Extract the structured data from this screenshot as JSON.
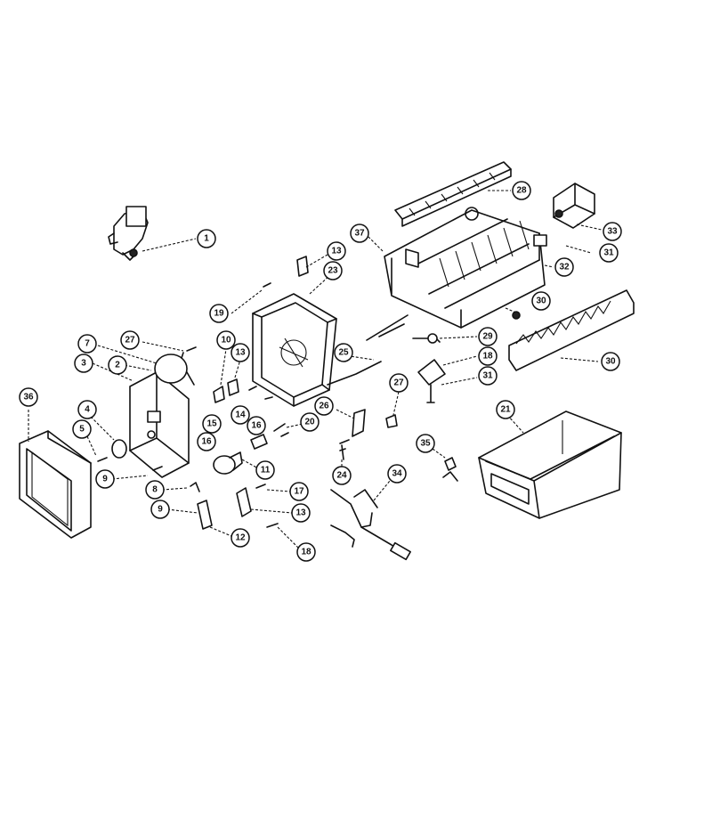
{
  "diagram": {
    "callouts": [
      {
        "id": "c-1",
        "label": "1"
      },
      {
        "id": "c-13a",
        "label": "13"
      },
      {
        "id": "c-23",
        "label": "23"
      },
      {
        "id": "c-19a",
        "label": "19"
      },
      {
        "id": "c-28",
        "label": "28"
      },
      {
        "id": "c-33",
        "label": "33"
      },
      {
        "id": "c-37",
        "label": "37"
      },
      {
        "id": "c-31a",
        "label": "31"
      },
      {
        "id": "c-32",
        "label": "32"
      },
      {
        "id": "c-30a",
        "label": "30"
      },
      {
        "id": "c-29",
        "label": "29"
      },
      {
        "id": "c-18a",
        "label": "18"
      },
      {
        "id": "c-31b",
        "label": "31"
      },
      {
        "id": "c-30b",
        "label": "30"
      },
      {
        "id": "c-7",
        "label": "7"
      },
      {
        "id": "c-27a",
        "label": "27"
      },
      {
        "id": "c-2",
        "label": "2"
      },
      {
        "id": "c-3",
        "label": "3"
      },
      {
        "id": "c-10",
        "label": "10"
      },
      {
        "id": "c-13b",
        "label": "13"
      },
      {
        "id": "c-25a",
        "label": "25"
      },
      {
        "id": "c-27b",
        "label": "27"
      },
      {
        "id": "c-36",
        "label": "36"
      },
      {
        "id": "c-4",
        "label": "4"
      },
      {
        "id": "c-5",
        "label": "5"
      },
      {
        "id": "c-14",
        "label": "14"
      },
      {
        "id": "c-16a",
        "label": "16"
      },
      {
        "id": "c-15",
        "label": "15"
      },
      {
        "id": "c-20",
        "label": "20"
      },
      {
        "id": "c-26",
        "label": "26"
      },
      {
        "id": "c-21",
        "label": "21"
      },
      {
        "id": "c-16b",
        "label": "16"
      },
      {
        "id": "c-11",
        "label": "11"
      },
      {
        "id": "c-9a",
        "label": "9"
      },
      {
        "id": "c-8",
        "label": "8"
      },
      {
        "id": "c-24",
        "label": "24"
      },
      {
        "id": "c-35",
        "label": "35"
      },
      {
        "id": "c-34",
        "label": "34"
      },
      {
        "id": "c-17",
        "label": "17"
      },
      {
        "id": "c-9b",
        "label": "9"
      },
      {
        "id": "c-13c",
        "label": "13"
      },
      {
        "id": "c-12",
        "label": "12"
      },
      {
        "id": "c-18b",
        "label": "18"
      }
    ]
  }
}
